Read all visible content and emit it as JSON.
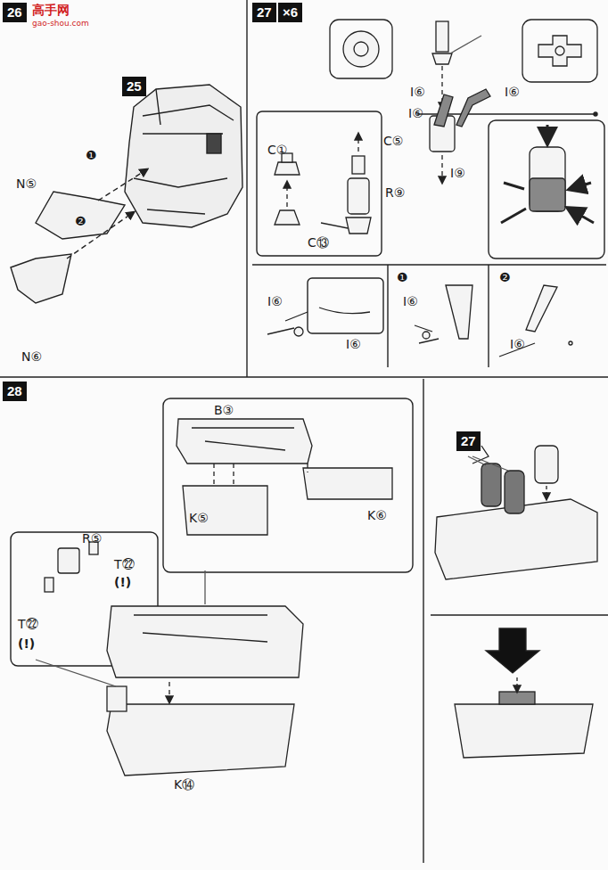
{
  "diagram": {
    "nodes": [
      {
        "text": [
          "26"
        ]
      },
      {
        "text": [
          "25"
        ]
      },
      {
        "text": [
          "27"
        ]
      },
      {
        "text": [
          "×6"
        ]
      },
      {
        "text": [
          "28"
        ]
      },
      {
        "text": [
          "27"
        ]
      }
    ],
    "labels": [
      "高手网",
      "gao-shou.com",
      "❶",
      "N⑤",
      "❷",
      "N⑥",
      "I⑥",
      "I⑥",
      "I⑥",
      "C⑤",
      "C①",
      "R⑨",
      "I⑨",
      "C⑬",
      "I⑥",
      "I⑥",
      "❶",
      "I⑥",
      "❷",
      "I⑥",
      "B③",
      "K⑤",
      "K⑥",
      "R⑤",
      "T㉒",
      "(!)",
      "T㉒",
      "(!)",
      "K⑭"
    ]
  }
}
